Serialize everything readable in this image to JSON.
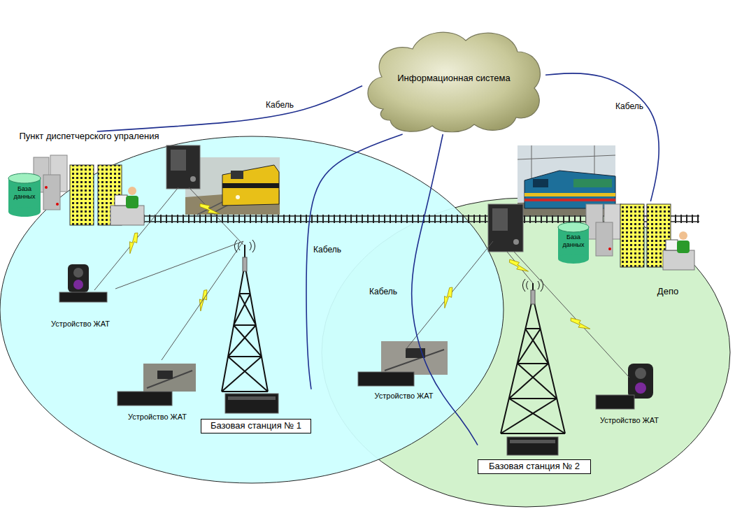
{
  "diagram": {
    "nodes": [
      {
        "text": [
          "Информационная система"
        ]
      },
      {
        "text": [
          "Пункт диспетчерского упраления"
        ]
      },
      {
        "text": [
          "База данных"
        ]
      },
      {
        "text": [
          "Устройство ЖАТ"
        ]
      },
      {
        "text": [
          "Устройство ЖАТ"
        ]
      },
      {
        "text": [
          "Базовая станция № 1"
        ]
      },
      {
        "text": [
          "Устройство ЖАТ"
        ]
      },
      {
        "text": [
          "База данных"
        ]
      },
      {
        "text": [
          "Депо"
        ]
      },
      {
        "text": [
          "Устройство ЖАТ"
        ]
      },
      {
        "text": [
          "Базовая станция № 2"
        ]
      }
    ],
    "edges": [
      {
        "from": 0,
        "to": 1,
        "arrow": "none",
        "label": "Кабель"
      },
      {
        "from": 0,
        "to": 8,
        "arrow": "none",
        "label": "Кабель"
      },
      {
        "from": 0,
        "to": 5,
        "arrow": "none",
        "label": "Кабель"
      },
      {
        "from": 0,
        "to": 10,
        "arrow": "none",
        "label": "Кабель"
      },
      {
        "from": 3,
        "to": 5,
        "arrow": "none"
      },
      {
        "from": 4,
        "to": 5,
        "arrow": "none"
      }
    ]
  }
}
